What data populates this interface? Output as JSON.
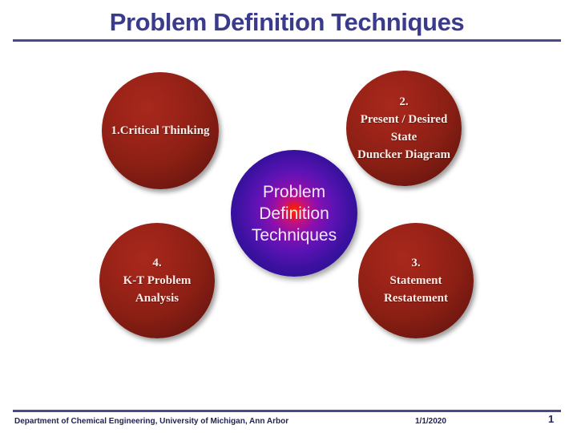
{
  "slide": {
    "title": "Problem Definition Techniques",
    "accent_color": "#3b3b8c",
    "rule_color": "#4a4a8a",
    "background_color": "#ffffff"
  },
  "diagram": {
    "center": {
      "line1": "Problem",
      "line2": "Definition",
      "line3": "Techniques",
      "fill_core_color": "#ff2f00",
      "fill_edge_color": "#2a0f8c"
    },
    "nodes": [
      {
        "id": "critical-thinking",
        "number": "1.",
        "line1": "1.Critical Thinking",
        "line2": "",
        "line3": "",
        "fill_color": "#8a1f14"
      },
      {
        "id": "present-desired-state",
        "number": "2.",
        "line1": "Present / Desired",
        "line2": "State",
        "line3": "Duncker Diagram",
        "fill_color": "#8a1f14"
      },
      {
        "id": "statement-restatement",
        "number": "3.",
        "line1": "Statement",
        "line2": "Restatement",
        "line3": "",
        "fill_color": "#8a1f14"
      },
      {
        "id": "kt-problem-analysis",
        "number": "4.",
        "line1": "K-T Problem",
        "line2": "Analysis",
        "line3": "",
        "fill_color": "#8a1f14"
      }
    ]
  },
  "footer": {
    "department": "Department of Chemical Engineering, University of Michigan, Ann Arbor",
    "date": "1/1/2020",
    "page_number": "1"
  }
}
